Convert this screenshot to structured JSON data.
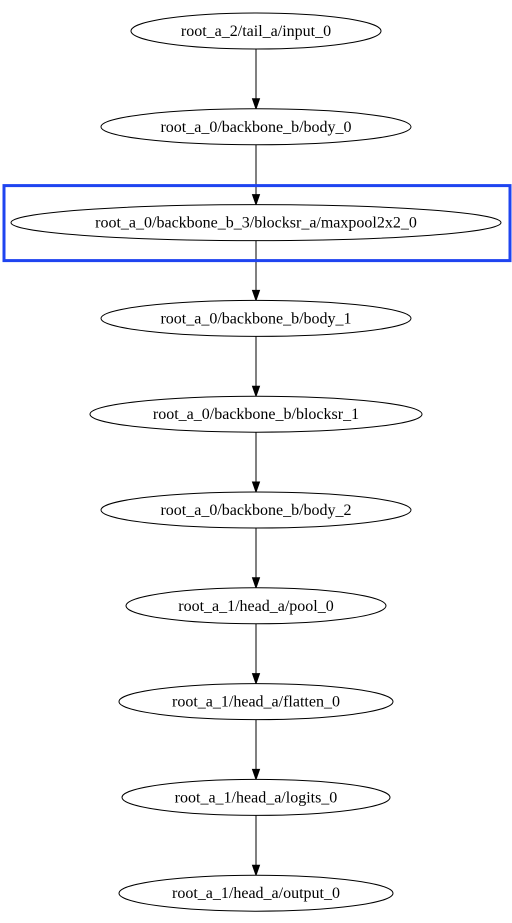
{
  "graph": {
    "nodes": [
      {
        "id": "n0",
        "label": "root_a_2/tail_a/input_0"
      },
      {
        "id": "n1",
        "label": "root_a_0/backbone_b/body_0"
      },
      {
        "id": "n2",
        "label": "root_a_0/backbone_b_3/blocksr_a/maxpool2x2_0"
      },
      {
        "id": "n3",
        "label": "root_a_0/backbone_b/body_1"
      },
      {
        "id": "n4",
        "label": "root_a_0/backbone_b/blocksr_1"
      },
      {
        "id": "n5",
        "label": "root_a_0/backbone_b/body_2"
      },
      {
        "id": "n6",
        "label": "root_a_1/head_a/pool_0"
      },
      {
        "id": "n7",
        "label": "root_a_1/head_a/flatten_0"
      },
      {
        "id": "n8",
        "label": "root_a_1/head_a/logits_0"
      },
      {
        "id": "n9",
        "label": "root_a_1/head_a/output_0"
      }
    ],
    "edges": [
      [
        "n0",
        "n1"
      ],
      [
        "n1",
        "n2"
      ],
      [
        "n2",
        "n3"
      ],
      [
        "n3",
        "n4"
      ],
      [
        "n4",
        "n5"
      ],
      [
        "n5",
        "n6"
      ],
      [
        "n6",
        "n7"
      ],
      [
        "n7",
        "n8"
      ],
      [
        "n8",
        "n9"
      ]
    ],
    "highlighted_node": "n2",
    "colors": {
      "highlight": "#1f44f0",
      "edge": "#000000",
      "node_fill": "#ffffff"
    }
  }
}
